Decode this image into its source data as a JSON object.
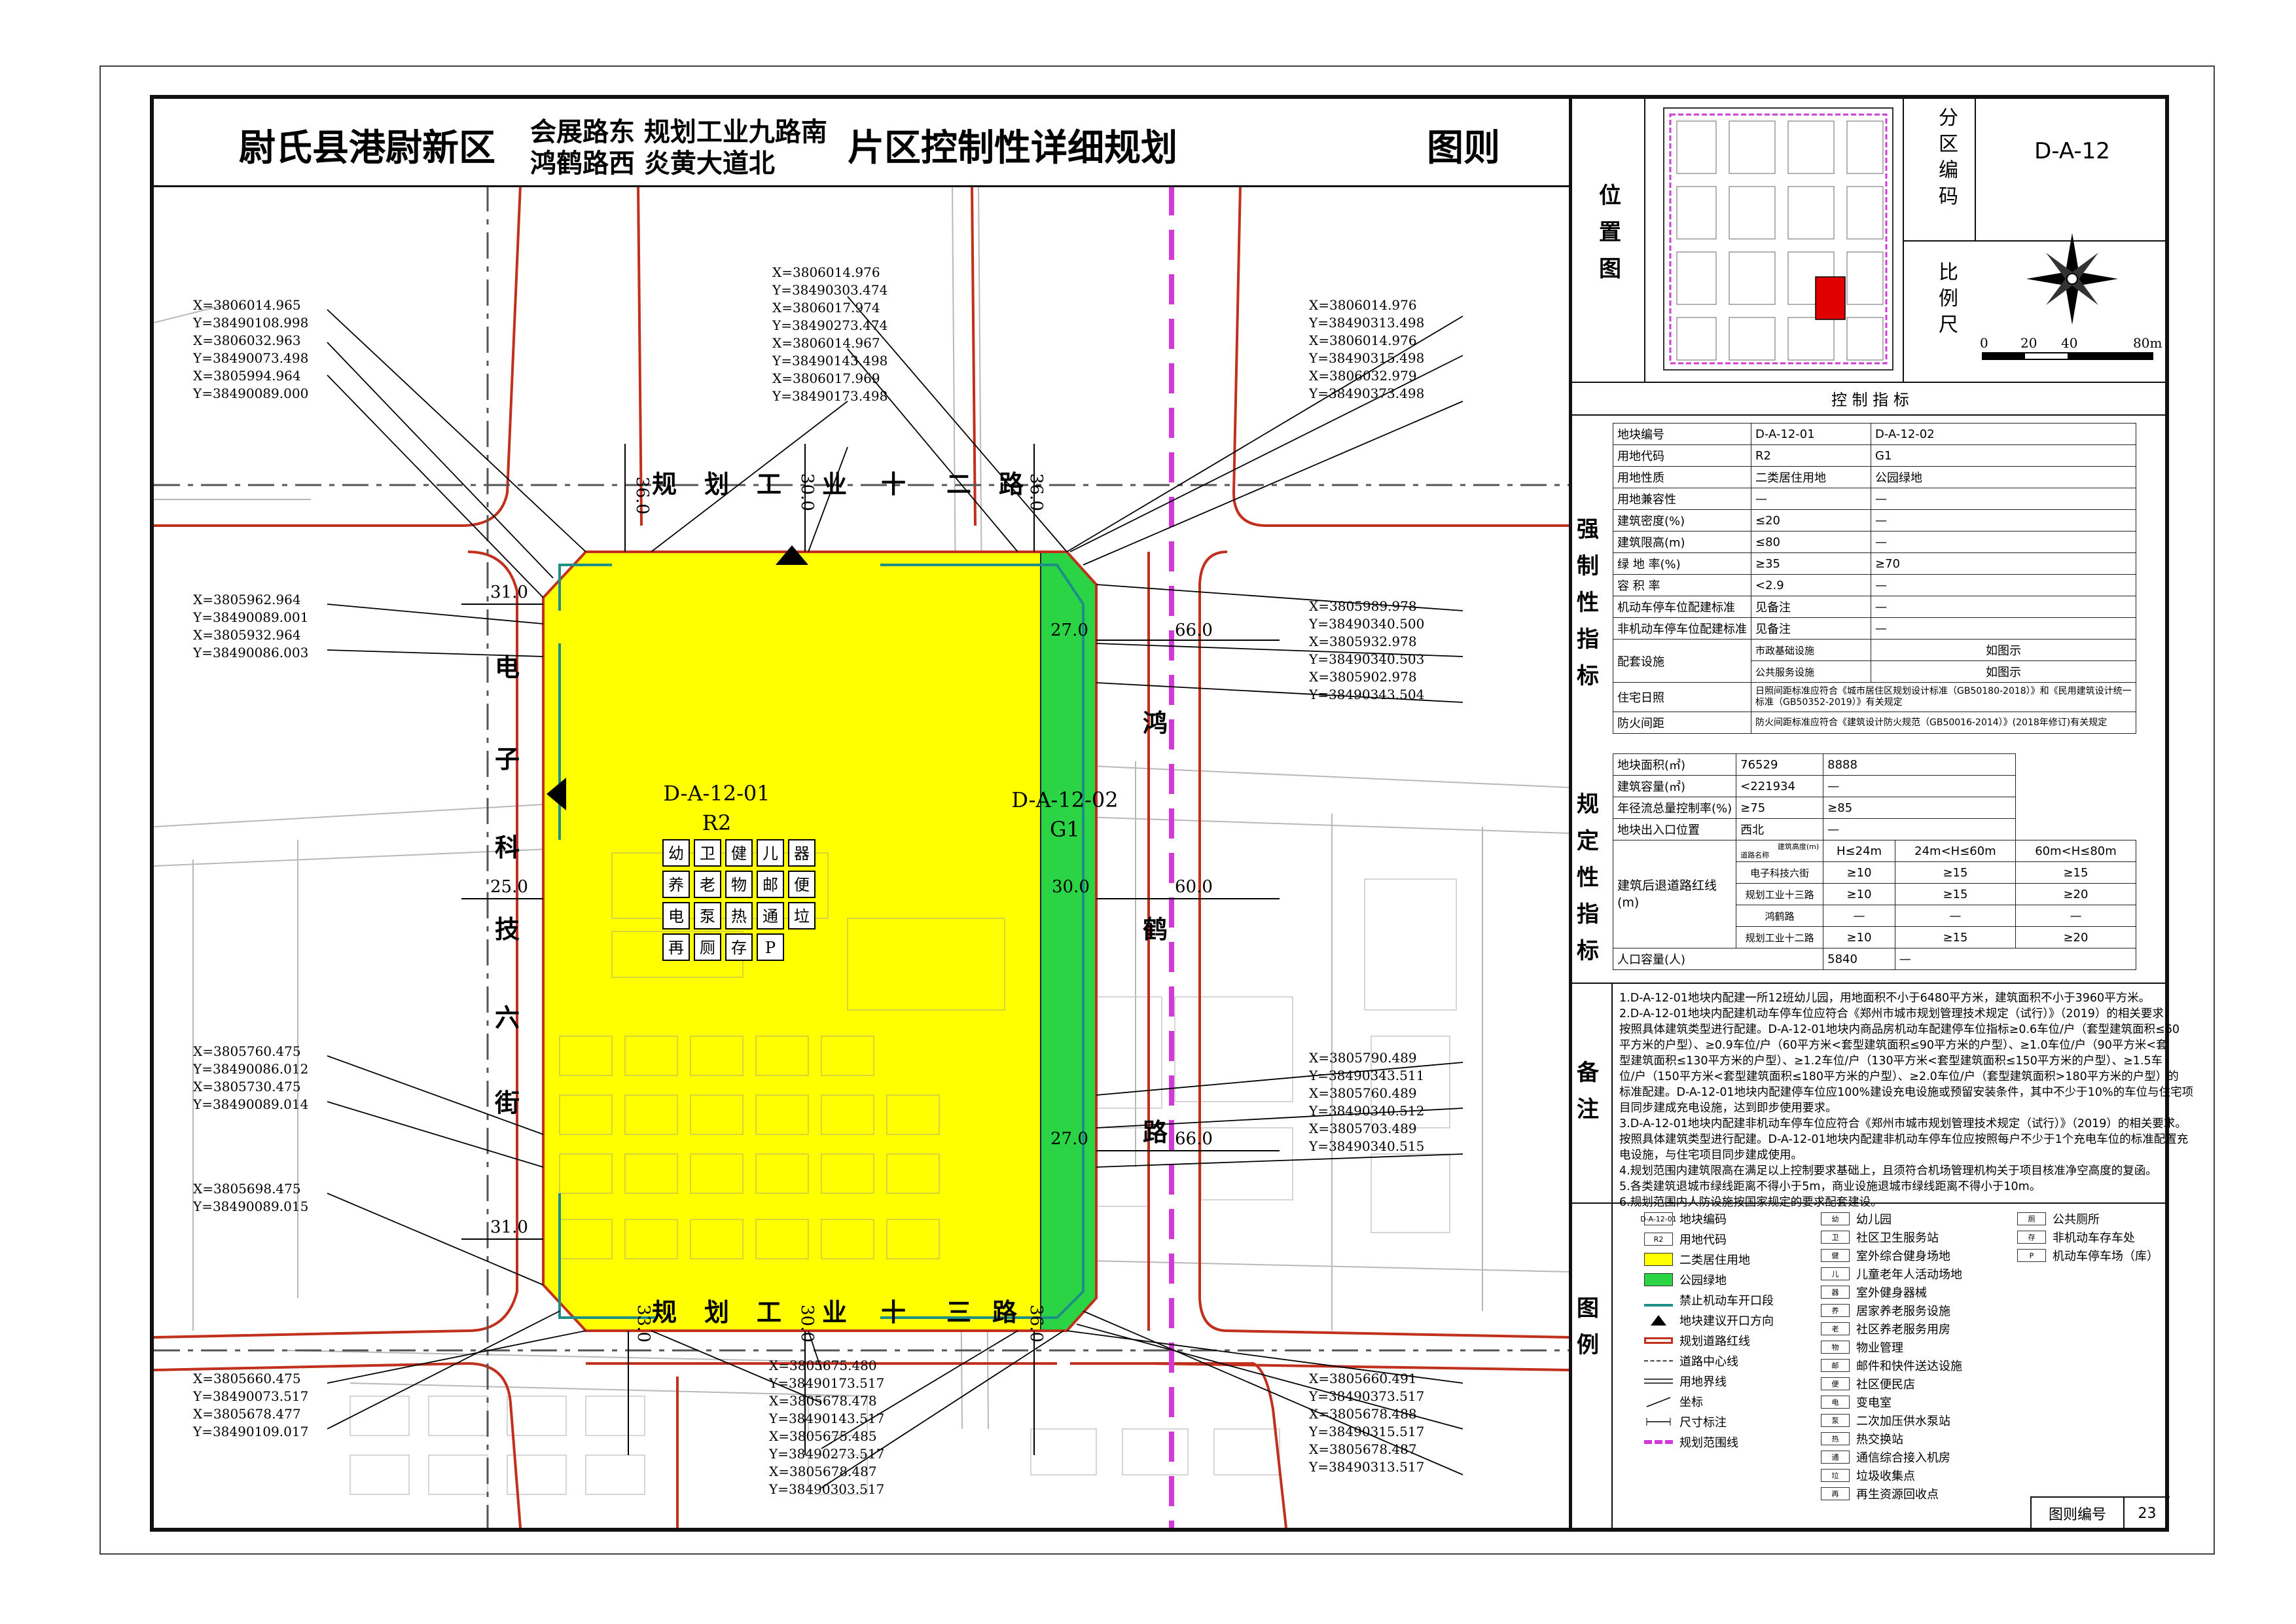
{
  "title": {
    "county": "尉氏县港尉新区",
    "range_line1": "会展路东 规划工业九路南",
    "range_line2": "鸿鹤路西 炎黄大道北",
    "name": "片区控制性详细规划",
    "sheet": "图则"
  },
  "location": {
    "label": "位置图",
    "zone_label": "分区编码",
    "zone_code": "D-A-12",
    "scale_label": "比例尺",
    "scale_ticks": [
      "0",
      "20",
      "40",
      "80m"
    ]
  },
  "colors": {
    "residential": "#ffff00",
    "green": "#2bd445",
    "road_red": "#c0301c",
    "boundary": "#d23ad8",
    "setback_line": "#1e8f86"
  },
  "control": {
    "heading": "控 制 指 标",
    "mandatory_label": "强制性指标",
    "regulatory_label": "规定性指标",
    "header": [
      "地块编号",
      "D-A-12-01",
      "D-A-12-02"
    ],
    "rows": [
      [
        "用地代码",
        "R2",
        "G1"
      ],
      [
        "用地性质",
        "二类居住用地",
        "公园绿地"
      ],
      [
        "用地兼容性",
        "—",
        "—"
      ],
      [
        "建筑密度(%)",
        "≤20",
        "—"
      ],
      [
        "建筑限高(m)",
        "≤80",
        "—"
      ],
      [
        "绿 地 率(%)",
        "≥35",
        "≥70"
      ],
      [
        "容 积 率",
        "<2.9",
        "—"
      ],
      [
        "机动车停车位配建标准",
        "见备注",
        "—"
      ],
      [
        "非机动车停车位配建标准",
        "见备注",
        "—"
      ]
    ],
    "facilities": {
      "label": "配套设施",
      "items": [
        [
          "市政基础设施",
          "如图示"
        ],
        [
          "公共服务设施",
          "如图示"
        ]
      ]
    },
    "sunlight": [
      "住宅日照",
      "日照间距标准应符合《城市居住区规划设计标准（GB50180-2018）》和《民用建筑设计统一标准（GB50352-2019）》有关规定"
    ],
    "fire": [
      "防火间距",
      "防火间距标准应符合《建筑设计防火规范（GB50016-2014）》(2018年修订)有关规定"
    ],
    "reg_rows": [
      [
        "地块面积(㎡)",
        "76529",
        "8888"
      ],
      [
        "建筑容量(㎡)",
        "<221934",
        "—"
      ],
      [
        "年径流总量控制率(%)",
        "≥75",
        "≥85"
      ],
      [
        "地块出入口位置",
        "西北",
        "—"
      ]
    ],
    "setback": {
      "label": "建筑后退道路红线(m)",
      "corner_top": "建筑高度(m)",
      "corner_bottom": "道路名称",
      "heights": [
        "H≤24m",
        "24m<H≤60m",
        "60m<H≤80m"
      ],
      "rows": [
        [
          "电子科技六街",
          "≥10",
          "≥15",
          "≥15"
        ],
        [
          "规划工业十三路",
          "≥10",
          "≥15",
          "≥20"
        ],
        [
          "鸿鹤路",
          "—",
          "—",
          "—"
        ],
        [
          "规划工业十二路",
          "≥10",
          "≥15",
          "≥20"
        ]
      ]
    },
    "population": [
      "人口容量(人)",
      "5840",
      "—"
    ]
  },
  "notes": {
    "label": "备注",
    "lines": [
      "1.D-A-12-01地块内配建一所12班幼儿园，用地面积不小于6480平方米，建筑面积不小于3960平方米。",
      "2.D-A-12-01地块内配建机动车停车位应符合《郑州市城市规划管理技术规定（试行）》（2019）的相关要求，",
      "按照具体建筑类型进行配建。D-A-12-01地块内商品房机动车配建停车位指标≥0.6车位/户（套型建筑面积≤60",
      "平方米的户型）、≥0.9车位/户（60平方米<套型建筑面积≤90平方米的户型）、≥1.0车位/户（90平方米<套",
      "型建筑面积≤130平方米的户型）、≥1.2车位/户（130平方米<套型建筑面积≤150平方米的户型）、≥1.5车",
      "位/户（150平方米<套型建筑面积≤180平方米的户型）、≥2.0车位/户（套型建筑面积>180平方米的户型）的",
      "标准配建。D-A-12-01地块内配建停车位应100%建设充电设施或预留安装条件，其中不少于10%的车位与住宅项",
      "目同步建成充电设施，达到即步使用要求。",
      "3.D-A-12-01地块内配建非机动车停车位应符合《郑州市城市规划管理技术规定（试行）》（2019）的相关要求。",
      "按照具体建筑类型进行配建。D-A-12-01地块内配建非机动车停车位应按照每户不少于1个充电车位的标准配置充",
      "电设施，与住宅项目同步建成使用。",
      "4.规划范围内建筑限高在满足以上控制要求基础上，且须符合机场管理机构关于项目核准净空高度的复函。",
      "5.各类建筑退城市绿线距离不得小于5m，商业设施退城市绿线距离不得小于10m。",
      "6.规划范围内人防设施按国家规定的要求配套建设。"
    ]
  },
  "legend": {
    "label": "图例",
    "col1": [
      {
        "sym": "D-A-12-01",
        "text": "地块编码"
      },
      {
        "sym": "R2",
        "text": "用地代码"
      },
      {
        "sym": "yellow",
        "text": "二类居住用地"
      },
      {
        "sym": "green",
        "text": "公园绿地"
      },
      {
        "sym": "teal",
        "text": "禁止机动车开口段"
      },
      {
        "sym": "tri",
        "text": "地块建议开口方向"
      },
      {
        "sym": "red",
        "text": "规划道路红线"
      },
      {
        "sym": "dash",
        "text": "道路中心线"
      },
      {
        "sym": "line",
        "text": "用地界线"
      },
      {
        "sym": "coord",
        "text": "坐标"
      },
      {
        "sym": "dim",
        "text": "尺寸标注"
      },
      {
        "sym": "pink",
        "text": "规划范围线"
      }
    ],
    "col2": [
      {
        "sym": "幼",
        "text": "幼儿园"
      },
      {
        "sym": "卫",
        "text": "社区卫生服务站"
      },
      {
        "sym": "健",
        "text": "室外综合健身场地"
      },
      {
        "sym": "儿",
        "text": "儿童老年人活动场地"
      },
      {
        "sym": "器",
        "text": "室外健身器械"
      },
      {
        "sym": "养",
        "text": "居家养老服务设施"
      },
      {
        "sym": "老",
        "text": "社区养老服务用房"
      },
      {
        "sym": "物",
        "text": "物业管理"
      },
      {
        "sym": "邮",
        "text": "邮件和快件送达设施"
      },
      {
        "sym": "便",
        "text": "社区便民店"
      },
      {
        "sym": "电",
        "text": "变电室"
      },
      {
        "sym": "泵",
        "text": "二次加压供水泵站"
      },
      {
        "sym": "热",
        "text": "热交换站"
      },
      {
        "sym": "通",
        "text": "通信综合接入机房"
      },
      {
        "sym": "垃",
        "text": "垃圾收集点"
      },
      {
        "sym": "再",
        "text": "再生资源回收点"
      }
    ],
    "col3": [
      {
        "sym": "厕",
        "text": "公共厕所"
      },
      {
        "sym": "存",
        "text": "非机动车存车处"
      },
      {
        "sym": "P",
        "text": "机动车停车场（库）"
      }
    ]
  },
  "sheet_no": {
    "label": "图则编号",
    "value": "23"
  },
  "map": {
    "plot1": {
      "code": "D-A-12-01",
      "land": "R2"
    },
    "plot2": {
      "code": "D-A-12-02",
      "land": "G1"
    },
    "roads": {
      "north": [
        "规",
        "划",
        "工",
        "业",
        "十",
        "二",
        "路"
      ],
      "south": [
        "规",
        "划",
        "工",
        "业",
        "十",
        "三",
        "路"
      ],
      "west": [
        "电",
        "子",
        "科",
        "技",
        "六",
        "街"
      ],
      "east": [
        "鸿",
        "鹤",
        "路"
      ]
    },
    "dims": {
      "n1": "36.0",
      "n2": "30.0",
      "n3": "36.0",
      "s1": "33.0",
      "s2": "30.0",
      "s3": "36.0",
      "w1": "31.0",
      "w2": "25.0",
      "w3": "31.0",
      "e1": "27.0",
      "e1b": "66.0",
      "e2": "30.0",
      "e2b": "60.0",
      "e3": "27.0",
      "e3b": "66.0"
    },
    "facility_icons": [
      "幼",
      "卫",
      "健",
      "儿",
      "器",
      "养",
      "老",
      "物",
      "邮",
      "便",
      "电",
      "泵",
      "热",
      "通",
      "垃",
      "再",
      "厕",
      "存",
      "P"
    ],
    "coords_top_left": [
      "X=3806014.965",
      "Y=38490108.998",
      "X=3806032.963",
      "Y=38490073.498",
      "X=3805994.964",
      "Y=38490089.000"
    ],
    "coords_top_mid": [
      "X=3806014.976",
      "Y=38490303.474",
      "X=3806017.974",
      "Y=38490273.474",
      "X=3806014.967",
      "Y=38490143.498",
      "X=3806017.969",
      "Y=38490173.498"
    ],
    "coords_top_right": [
      "X=3806014.976",
      "Y=38490313.498",
      "X=3806014.976",
      "Y=38490315.498",
      "X=3806032.979",
      "Y=38490373.498"
    ],
    "coords_left_mid": [
      "X=3805962.964",
      "Y=38490089.001",
      "X=3805932.964",
      "Y=38490086.003"
    ],
    "coords_right_mid": [
      "X=3805989.978",
      "Y=38490340.500",
      "X=3805932.978",
      "Y=38490340.503",
      "X=3805902.978",
      "Y=38490343.504"
    ],
    "coords_left_low": [
      "X=3805760.475",
      "Y=38490086.012",
      "X=3805730.475",
      "Y=38490089.014"
    ],
    "coords_left_low2": [
      "X=3805698.475",
      "Y=38490089.015"
    ],
    "coords_right_low": [
      "X=3805790.489",
      "Y=38490343.511",
      "X=3805760.489",
      "Y=38490340.512",
      "X=3805703.489",
      "Y=38490340.515"
    ],
    "coords_bottom_left": [
      "X=3805660.475",
      "Y=38490073.517",
      "X=3805678.477",
      "Y=38490109.017"
    ],
    "coords_bottom_mid": [
      "X=3805675.480",
      "Y=38490173.517",
      "X=3805678.478",
      "Y=38490143.517",
      "X=3805675.485",
      "Y=38490273.517",
      "X=3805678.487",
      "Y=38490303.517"
    ],
    "coords_bottom_right": [
      "X=3805660.491",
      "Y=38490373.517",
      "X=3805678.488",
      "Y=38490315.517",
      "X=3805678.487",
      "Y=38490313.517"
    ]
  }
}
